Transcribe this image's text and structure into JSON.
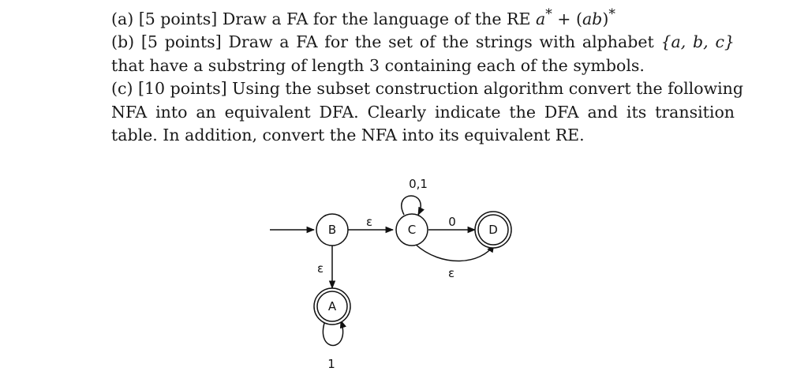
{
  "problem": {
    "a": {
      "label": "(a)",
      "points": "[5 points]",
      "text": "Draw a FA for the language of the RE",
      "re_a": "a",
      "re_star1": "*",
      "re_plus": " + (",
      "re_ab": "ab",
      "re_close": ")",
      "re_star2": "*"
    },
    "b": {
      "label": "(b)",
      "points": "[5 points]",
      "text1": "Draw a FA for the set of the strings with alphabet",
      "alphabet": "{a, b, c}",
      "text2": "that have a substring of length 3 containing each of the symbols."
    },
    "c": {
      "label": "(c)",
      "points": "[10 points]",
      "text1": "Using the subset construction algorithm convert the following",
      "text2": "NFA into an equivalent DFA. Clearly indicate the DFA and its transition",
      "text3": "table. In addition, convert the NFA into its equivalent RE."
    }
  },
  "nfa": {
    "states": [
      {
        "id": "B",
        "label": "B",
        "start": true,
        "accepting": false
      },
      {
        "id": "C",
        "label": "C",
        "start": false,
        "accepting": false
      },
      {
        "id": "D",
        "label": "D",
        "start": false,
        "accepting": true
      },
      {
        "id": "A",
        "label": "A",
        "start": false,
        "accepting": true
      }
    ],
    "transitions": [
      {
        "from": "B",
        "to": "C",
        "label": "ε"
      },
      {
        "from": "C",
        "to": "C",
        "label": "0,1"
      },
      {
        "from": "C",
        "to": "D",
        "label": "0"
      },
      {
        "from": "C",
        "to": "D",
        "label": "ε"
      },
      {
        "from": "B",
        "to": "A",
        "label": "ε"
      },
      {
        "from": "A",
        "to": "A",
        "label": "1"
      }
    ]
  }
}
